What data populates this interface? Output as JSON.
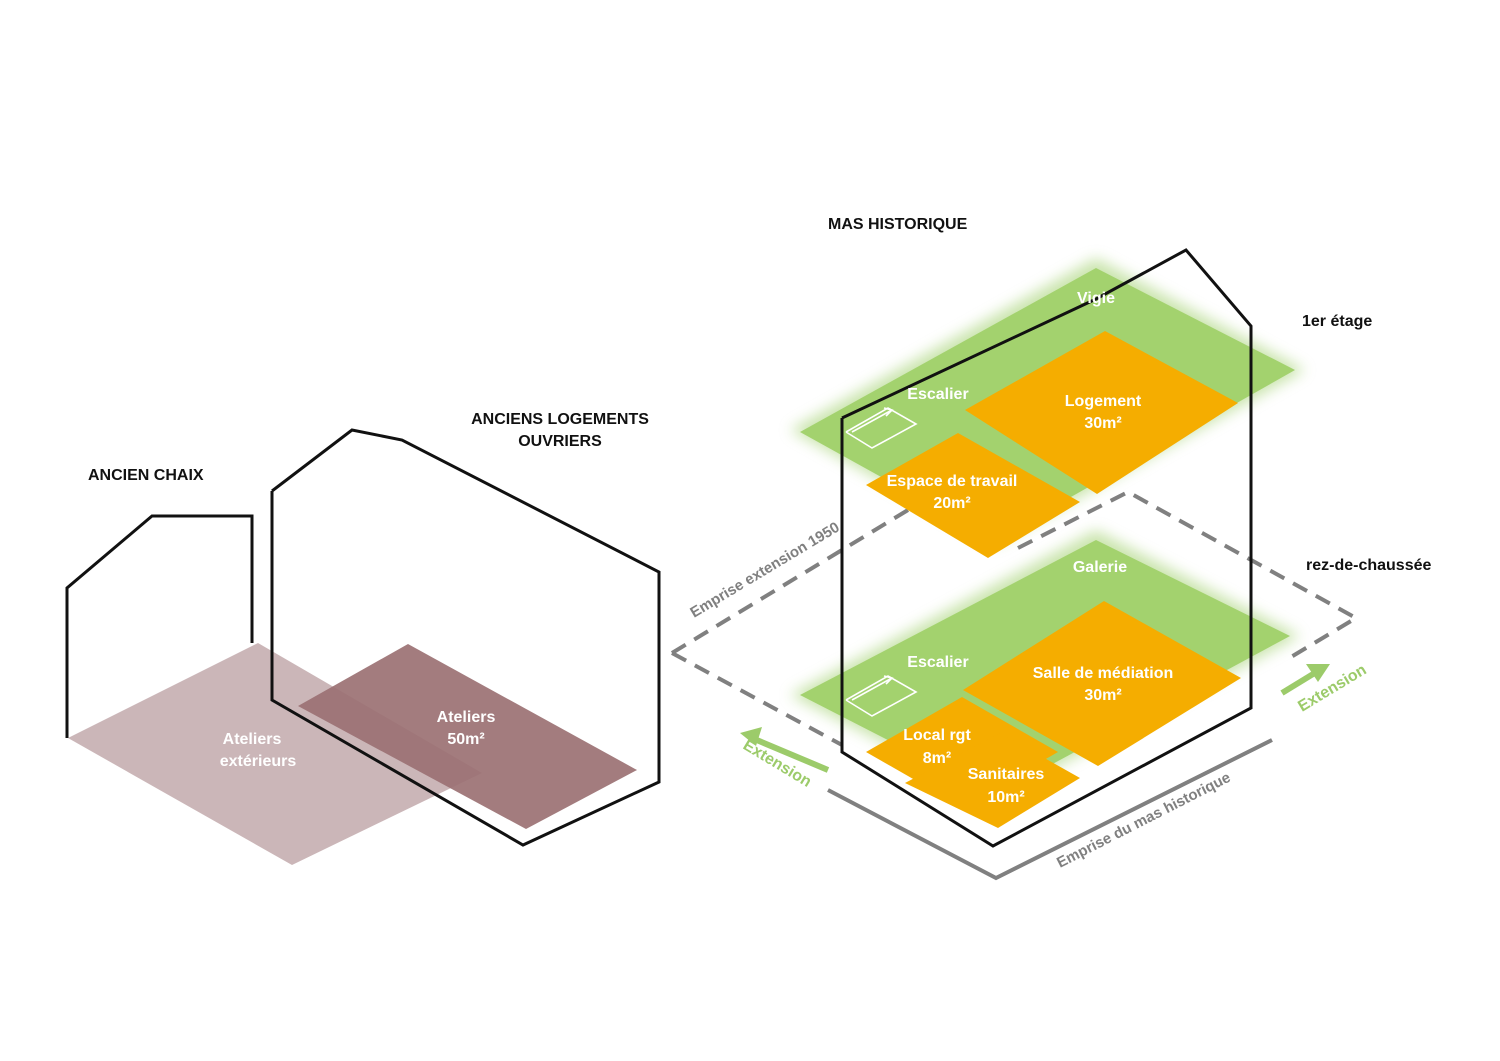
{
  "colors": {
    "outline": "#111111",
    "orange": "#f5ad00",
    "green": "#9fcf6a",
    "green_text": "#9ccb6a",
    "mauve_light": "#c8b2b4",
    "mauve_dark": "#9b7173",
    "grey_dash": "#808080"
  },
  "buildings": {
    "chaix": {
      "title": "ANCIEN CHAIX",
      "zone": [
        "Ateliers",
        "extérieurs"
      ]
    },
    "logements": {
      "title_lines": [
        "ANCIENS LOGEMENTS",
        "OUVRIERS"
      ],
      "zone": [
        "Ateliers",
        "50m²"
      ]
    },
    "mas": {
      "title": "MAS HISTORIQUE"
    }
  },
  "levels": {
    "first": "1er étage",
    "ground": "rez-de-chaussée"
  },
  "first_floor": {
    "vigie": "Vigie",
    "escalier": "Escalier",
    "logement": [
      "Logement",
      "30m²"
    ],
    "travail": [
      "Espace de travail",
      "20m²"
    ]
  },
  "ground_floor": {
    "galerie": "Galerie",
    "escalier": "Escalier",
    "mediation": [
      "Salle de médiation",
      "30m²"
    ],
    "local": [
      "Local rgt",
      "8m²"
    ],
    "sanitaires": [
      "Sanitaires",
      "10m²"
    ]
  },
  "annotations": {
    "extension_1950": "Emprise extension 1950",
    "emprise_mas": "Emprise du mas historique",
    "extension_left": "Extension",
    "extension_right": "Extension"
  },
  "icons": [
    "stair-arrow-icon",
    "extension-arrow-icon"
  ]
}
